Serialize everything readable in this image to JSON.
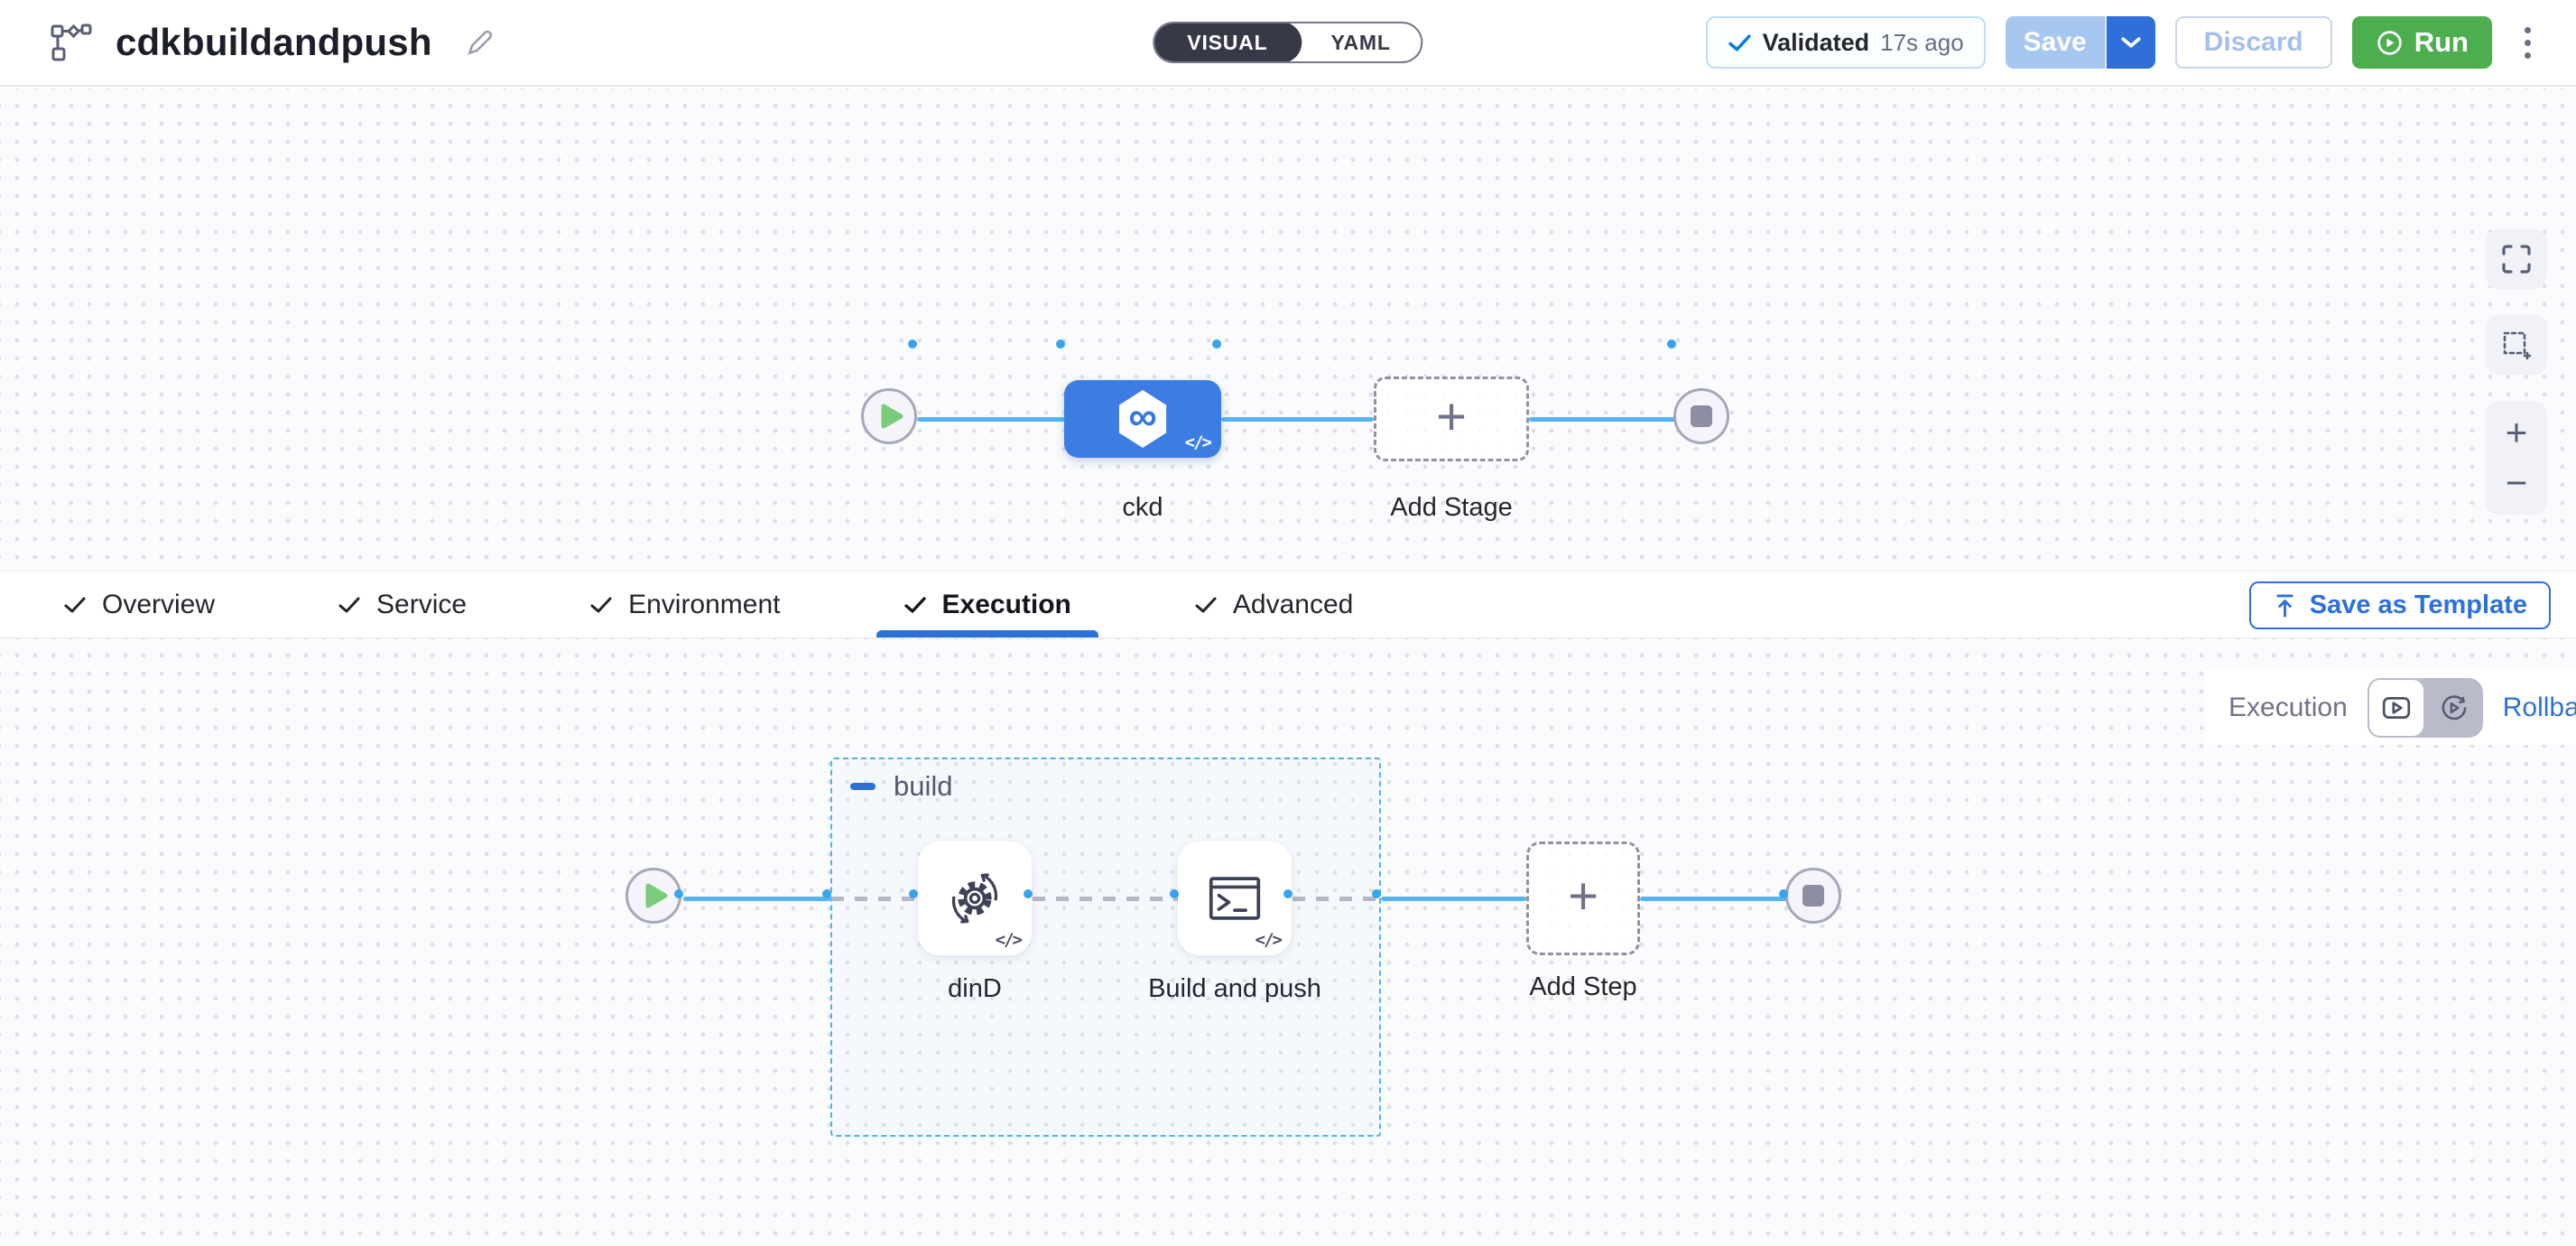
{
  "header": {
    "title": "cdkbuildandpush",
    "mode_toggle": {
      "visual": "VISUAL",
      "yaml": "YAML"
    },
    "validated": {
      "label": "Validated",
      "time": "17s ago"
    },
    "save": "Save",
    "discard": "Discard",
    "run": "Run"
  },
  "tabs": {
    "items": [
      {
        "label": "Overview"
      },
      {
        "label": "Service"
      },
      {
        "label": "Environment"
      },
      {
        "label": "Execution"
      },
      {
        "label": "Advanced"
      }
    ],
    "save_as_template": "Save as Template"
  },
  "stage_graph": {
    "stage_label": "ckd",
    "add_stage_label": "Add Stage"
  },
  "execution_graph": {
    "group_label": "build",
    "steps": [
      {
        "label": "dinD"
      },
      {
        "label": "Build and push"
      }
    ],
    "add_step_label": "Add Step"
  },
  "execution_toolbar": {
    "execution_label": "Execution",
    "rollback_label": "Rollback"
  },
  "glyphs": {
    "code": "</>",
    "infinity": "∞",
    "plus": "+",
    "zoom_in": "+",
    "zoom_out": "−"
  },
  "colors": {
    "accent_blue": "#2e6fd8",
    "edge_blue": "#57b4f0",
    "stage_blue": "#3b7de2",
    "run_green": "#4cae4f",
    "validated_check": "#0b7ddb"
  }
}
